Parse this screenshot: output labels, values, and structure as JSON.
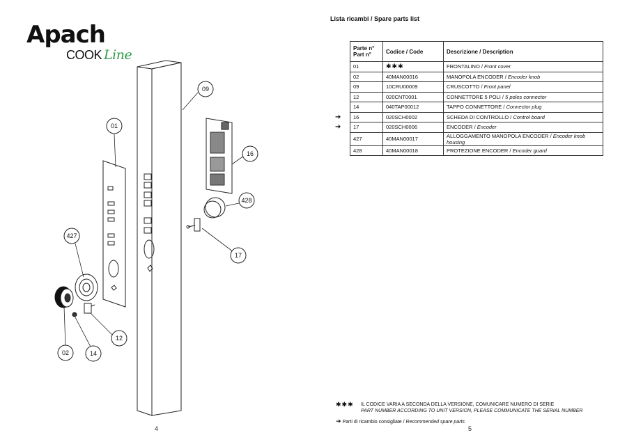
{
  "logo": {
    "main": "Apach",
    "cook": "COOK",
    "line": "Line"
  },
  "diagram_labels": [
    "01",
    "09",
    "16",
    "428",
    "427",
    "17",
    "12",
    "02",
    "14"
  ],
  "page_left_number": "4",
  "page_right_number": "5",
  "list_title": "Lista ricambi / Spare parts list",
  "table": {
    "headers": {
      "part": [
        "Parte n°",
        "Part n°"
      ],
      "code": "Codice / Code",
      "desc": "Descrizione / Description"
    },
    "rows": [
      {
        "part": "01",
        "code": "✱✱✱",
        "it": "FRONTALINO",
        "en": "Front cover",
        "recommended": false
      },
      {
        "part": "02",
        "code": "40MAN00016",
        "it": "MANOPOLA ENCODER",
        "en": "Encoder knob",
        "recommended": false
      },
      {
        "part": "09",
        "code": "10CRU00009",
        "it": "CRUSCOTTO",
        "en": "Front panel",
        "recommended": false
      },
      {
        "part": "12",
        "code": "020CNT0001",
        "it": "CONNETTORE 5 POLI",
        "en": "5 poles connector",
        "recommended": false
      },
      {
        "part": "14",
        "code": "040TAP00012",
        "it": "TAPPO CONNETTORE",
        "en": "Connector plug",
        "recommended": false
      },
      {
        "part": "16",
        "code": "020SCH0002",
        "it": "SCHEDA DI CONTROLLO",
        "en": "Control board",
        "recommended": true
      },
      {
        "part": "17",
        "code": "020SCH0006",
        "it": "ENCODER",
        "en": "Encoder",
        "recommended": true
      },
      {
        "part": "427",
        "code": "40MAN00017",
        "it": "ALLOGGAMENTO MANOPOLA ENCODER",
        "en": "Encoder knob housing",
        "recommended": false
      },
      {
        "part": "428",
        "code": "40MAN00018",
        "it": "PROTEZIONE ENCODER",
        "en": "Encoder guard",
        "recommended": false
      }
    ]
  },
  "footnote": {
    "stars": "✱✱✱",
    "it": "IL CODICE VARIA A SECONDA DELLA VERSIONE, COMUNICARE NUMERO DI SERIE",
    "en": "PART NUMBER ACCORDING TO UNIT VERSION, PLEASE COMMUNICATE THE SERIAL NUMBER",
    "recommended_it": "Parti di ricambio consigliate",
    "recommended_en": "Recommended spare parts"
  },
  "colors": {
    "logo_script": "#2f9a48",
    "line": "#222222"
  },
  "icons": {
    "arrow": "right-arrow-icon"
  }
}
